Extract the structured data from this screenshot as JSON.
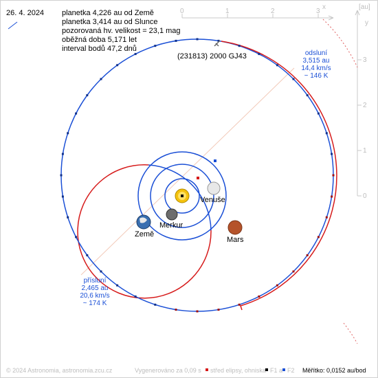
{
  "date": "26. 4. 2024",
  "info_lines": [
    "planetka 4,226 au od Země",
    "planetka 3,414 au od Slunce",
    "pozorovaná hv. velikost = 23,1 mag",
    "oběžná doba 5,171 let",
    "interval bodů 47,2 dnů"
  ],
  "asteroid_name": "(231813) 2000 GJ43",
  "aphelion": {
    "title": "odsluní",
    "dist": "3,515 au",
    "speed": "14,4 km/s",
    "temp": "~ 146 K"
  },
  "perihelion": {
    "title": "přísluní",
    "dist": "2,465 au",
    "speed": "20,6 km/s",
    "temp": "~ 174 K"
  },
  "planets": {
    "venus": "Venuše",
    "mercury": "Merkur",
    "earth": "Země",
    "mars": "Mars"
  },
  "axis": {
    "x_label": "x",
    "y_label": "y",
    "unit": "[au]",
    "x_ticks": [
      "0",
      "1",
      "2",
      "3"
    ],
    "y_ticks": [
      "3",
      "2",
      "1",
      "0"
    ]
  },
  "footer": {
    "copyright": "© 2024 Astronomia, astronomia.zcu.cz",
    "generated": "Vygenerováno za 0,09 s",
    "legend_center": "střed elipsy, ohniska",
    "legend_f1": "F1 a",
    "legend_f2": "F2",
    "scale": "Měřítko: 0,0152 au/bod"
  },
  "colors": {
    "orbit_blue": "#1a4fd6",
    "orbit_red": "#d61a1a",
    "sun": "#f4c20d",
    "axis_grey": "#c8c8c8"
  }
}
